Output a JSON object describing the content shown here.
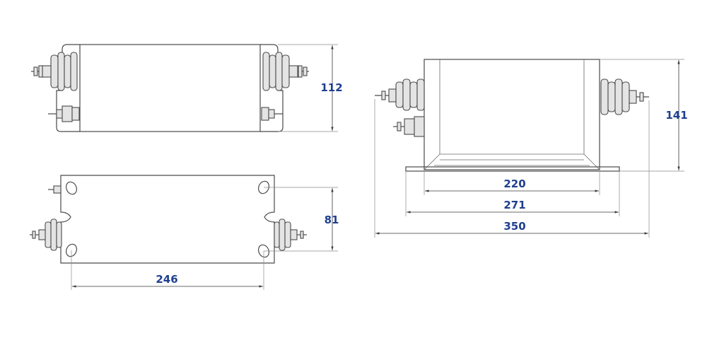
{
  "colors": {
    "dimension_text": "#1f3f8f",
    "line": "#4a4a4a",
    "fill": "#e4e4e4"
  },
  "dimensions": {
    "top_view_height": "112",
    "bottom_view_height": "81",
    "bottom_view_width": "246",
    "side_view_height": "141",
    "inner_width": "220",
    "base_width": "271",
    "overall_width": "350"
  }
}
